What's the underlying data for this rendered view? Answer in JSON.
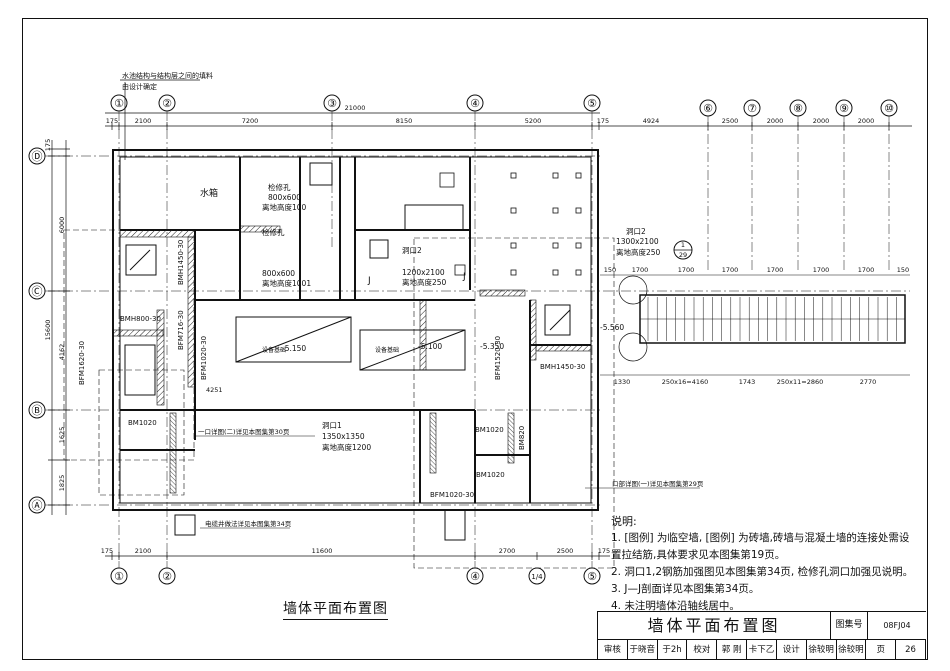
{
  "drawing": {
    "plan_title": "墙体平面布置图",
    "top_note_line1": "水池结构与结构层之间的填料",
    "top_note_line2": "由设计确定",
    "axes_numbers": [
      "①",
      "②",
      "③",
      "④",
      "⑤",
      "⑥",
      "⑦",
      "⑧",
      "⑨",
      "⑩"
    ],
    "axes_letters": [
      "Ⓓ",
      "Ⓒ",
      "Ⓑ",
      "Ⓐ"
    ],
    "axis_1_4": "1/4",
    "top_dims": [
      "175",
      "2100",
      "7200",
      "8150",
      "5200",
      "175",
      "4924",
      "2500",
      "2000",
      "2000",
      "2000"
    ],
    "top_total": "21000",
    "bottom_dims": [
      "175",
      "2100",
      "11600",
      "2700",
      "2500",
      "175"
    ],
    "left_dims": [
      "175",
      "6000",
      "15600",
      "4162",
      "1625",
      "1825"
    ],
    "rooms": {
      "pool": "水箱",
      "hole_a_label": "检修孔",
      "hole_a_size": "800x600",
      "hole_a_height": "离地高度100",
      "hole_b_label": "检修孔",
      "hole_b_size": "800x600",
      "hole_b_height": "离地高度1001",
      "opening2_a": "洞口2",
      "opening2_a_size": "1200x2100",
      "opening2_a_height": "离地高度250",
      "opening2_b": "洞口2",
      "opening2_b_size": "1300x2100",
      "opening2_b_height": "离地高度250",
      "opening1": "洞口1",
      "opening1_size": "1350x1350",
      "opening1_height": "离地高度1200",
      "level_1": "-5.150",
      "level_2": "-5.100",
      "level_3": "-5.350",
      "level_4": "-5.560",
      "equip_1": "设备基础",
      "equip_2": "设备基础",
      "num_4251": "4251"
    },
    "doors": {
      "d1": "BMH1450-30",
      "d2": "BMH800-30",
      "d3": "BFM1020-30",
      "d4": "BFM1620-30",
      "d5": "BFM716-30",
      "d6": "BM1020",
      "d7": "BFM1520-30",
      "d8": "BMH1450-30",
      "d9": "BM1020",
      "d10": "BM820",
      "d11": "BM1020",
      "d12": "BFM1020-30",
      "jj1": "J",
      "jj2": "J"
    },
    "callouts": {
      "detail_a": "一口详图(二)详见本图集第30页",
      "detail_b": "口部详图(一)详见本图集第29页",
      "detail_c": "电缆井做法详见本图集第34页",
      "section_num": "1",
      "section_den": "29"
    },
    "stair_dims": [
      "150",
      "1700",
      "1700",
      "1700",
      "1700",
      "1700",
      "1700",
      "150"
    ],
    "stair_bottom_dims": [
      "1330",
      "250x16=4160",
      "1743",
      "250x11=2860",
      "2770"
    ]
  },
  "notes": {
    "heading": "说明:",
    "items": [
      "1. [图例] 为临空墙, [图例] 为砖墙,砖墙与混凝土墙的连接处需设",
      "   置拉结筋,具体要求见本图集第19页。",
      "2. 洞口1,2钢筋加强图见本图集第34页, 检修孔洞口加强见说明。",
      "3. J—J剖面详见本图集第34页。",
      "4. 未注明墙体沿轴线居中。"
    ]
  },
  "title_block": {
    "title": "墙体平面布置图",
    "atlas_label": "图集号",
    "atlas_value": "08FJ04",
    "page_label": "页",
    "page_value": "26",
    "row": [
      "审核",
      "于晓音",
      "于2h",
      "校对",
      "郭 刚",
      "卡下乙",
      "设计",
      "徐较明",
      "徐较明",
      "页"
    ]
  },
  "colors": {
    "ink": "#111111",
    "hatch": "#222222",
    "paper": "#ffffff"
  }
}
